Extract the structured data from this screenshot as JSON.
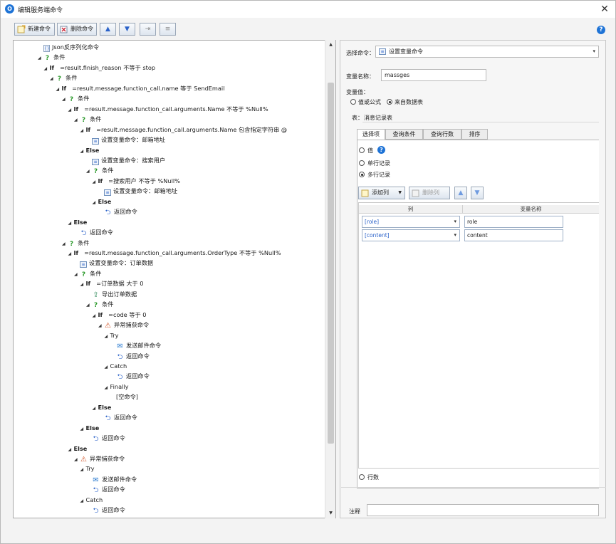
{
  "window": {
    "title": "编辑服务端命令",
    "app_icon": "O",
    "close_glyph": "✕"
  },
  "toolbar": {
    "new_label": "新建命令",
    "delete_label": "删除命令",
    "up_glyph": "▲",
    "down_glyph": "▼",
    "indent_glyph": "⇥",
    "outdent_glyph": "≡",
    "help_glyph": "?"
  },
  "tree": [
    {
      "indent": 2,
      "icon": "json",
      "text": "Json反序列化命令",
      "bold": false,
      "expander": ""
    },
    {
      "indent": 2,
      "icon": "q",
      "text": "条件",
      "bold": false,
      "expander": "◢"
    },
    {
      "indent": 3,
      "icon": "",
      "text": "If",
      "bold": true,
      "suffix": "=result.finish_reason 不等于 stop",
      "expander": "◢"
    },
    {
      "indent": 4,
      "icon": "q",
      "text": "条件",
      "bold": false,
      "expander": "◢"
    },
    {
      "indent": 5,
      "icon": "",
      "text": "If",
      "bold": true,
      "suffix": "=result.message.function_call.name 等于 SendEmail",
      "expander": "◢"
    },
    {
      "indent": 6,
      "icon": "q",
      "text": "条件",
      "bold": false,
      "expander": "◢"
    },
    {
      "indent": 7,
      "icon": "",
      "text": "If",
      "bold": true,
      "suffix": "=result.message.function_call.arguments.Name 不等于 %Null%",
      "expander": "◢"
    },
    {
      "indent": 8,
      "icon": "q",
      "text": "条件",
      "bold": false,
      "expander": "◢"
    },
    {
      "indent": 9,
      "icon": "",
      "text": "If",
      "bold": true,
      "suffix": "=result.message.function_call.arguments.Name 包含指定字符串 @",
      "expander": "◢"
    },
    {
      "indent": 10,
      "icon": "var",
      "text": "设置变量命令：邮箱地址",
      "bold": false,
      "expander": ""
    },
    {
      "indent": 9,
      "icon": "",
      "text": "Else",
      "bold": true,
      "expander": "◢"
    },
    {
      "indent": 10,
      "icon": "var",
      "text": "设置变量命令：搜索用户",
      "bold": false,
      "expander": ""
    },
    {
      "indent": 10,
      "icon": "q",
      "text": "条件",
      "bold": false,
      "expander": "◢"
    },
    {
      "indent": 11,
      "icon": "",
      "text": "If",
      "bold": true,
      "suffix": "=搜索用户 不等于 %Null%",
      "expander": "◢"
    },
    {
      "indent": 12,
      "icon": "var",
      "text": "设置变量命令：邮箱地址",
      "bold": false,
      "expander": ""
    },
    {
      "indent": 11,
      "icon": "",
      "text": "Else",
      "bold": true,
      "expander": "◢"
    },
    {
      "indent": 12,
      "icon": "ret",
      "text": "返回命令",
      "bold": false,
      "expander": ""
    },
    {
      "indent": 7,
      "icon": "",
      "text": "Else",
      "bold": true,
      "expander": "◢"
    },
    {
      "indent": 8,
      "icon": "ret",
      "text": "返回命令",
      "bold": false,
      "expander": ""
    },
    {
      "indent": 6,
      "icon": "q",
      "text": "条件",
      "bold": false,
      "expander": "◢"
    },
    {
      "indent": 7,
      "icon": "",
      "text": "If",
      "bold": true,
      "suffix": "=result.message.function_call.arguments.OrderType 不等于 %Null%",
      "expander": "◢"
    },
    {
      "indent": 8,
      "icon": "var",
      "text": "设置变量命令：订单数据",
      "bold": false,
      "expander": ""
    },
    {
      "indent": 8,
      "icon": "q",
      "text": "条件",
      "bold": false,
      "expander": "◢"
    },
    {
      "indent": 9,
      "icon": "",
      "text": "If",
      "bold": true,
      "suffix": "=订单数据 大于 0",
      "expander": "◢"
    },
    {
      "indent": 10,
      "icon": "exp",
      "text": "导出订单数据",
      "bold": false,
      "expander": ""
    },
    {
      "indent": 10,
      "icon": "q",
      "text": "条件",
      "bold": false,
      "expander": "◢"
    },
    {
      "indent": 11,
      "icon": "",
      "text": "If",
      "bold": true,
      "suffix": "=code 等于 0",
      "expander": "◢"
    },
    {
      "indent": 12,
      "icon": "exc",
      "text": "异常捕获命令",
      "bold": false,
      "expander": "◢"
    },
    {
      "indent": 13,
      "icon": "",
      "text": "Try",
      "bold": false,
      "expander": "◢"
    },
    {
      "indent": 14,
      "icon": "mail",
      "text": "发送邮件命令",
      "bold": false,
      "expander": ""
    },
    {
      "indent": 14,
      "icon": "ret",
      "text": "返回命令",
      "bold": false,
      "expander": ""
    },
    {
      "indent": 13,
      "icon": "",
      "text": "Catch",
      "bold": false,
      "expander": "◢"
    },
    {
      "indent": 14,
      "icon": "ret",
      "text": "返回命令",
      "bold": false,
      "expander": ""
    },
    {
      "indent": 13,
      "icon": "",
      "text": "Finally",
      "bold": false,
      "expander": "◢"
    },
    {
      "indent": 14,
      "icon": "",
      "text": "[空命令]",
      "bold": false,
      "expander": ""
    },
    {
      "indent": 11,
      "icon": "",
      "text": "Else",
      "bold": true,
      "expander": "◢"
    },
    {
      "indent": 12,
      "icon": "ret",
      "text": "返回命令",
      "bold": false,
      "expander": ""
    },
    {
      "indent": 9,
      "icon": "",
      "text": "Else",
      "bold": true,
      "expander": "◢"
    },
    {
      "indent": 10,
      "icon": "ret",
      "text": "返回命令",
      "bold": false,
      "expander": ""
    },
    {
      "indent": 7,
      "icon": "",
      "text": "Else",
      "bold": true,
      "expander": "◢"
    },
    {
      "indent": 8,
      "icon": "exc",
      "text": "异常捕获命令",
      "bold": false,
      "expander": "◢"
    },
    {
      "indent": 9,
      "icon": "",
      "text": "Try",
      "bold": false,
      "expander": "◢"
    },
    {
      "indent": 10,
      "icon": "mail",
      "text": "发送邮件命令",
      "bold": false,
      "expander": ""
    },
    {
      "indent": 10,
      "icon": "ret",
      "text": "返回命令",
      "bold": false,
      "expander": ""
    },
    {
      "indent": 9,
      "icon": "",
      "text": "Catch",
      "bold": false,
      "expander": "◢"
    },
    {
      "indent": 10,
      "icon": "ret",
      "text": "返回命令",
      "bold": false,
      "expander": ""
    }
  ],
  "scrollbar": {
    "up_glyph": "▲",
    "down_glyph": "▼"
  },
  "right": {
    "select_cmd_label": "选择命令：",
    "select_cmd_value": "设置变量命令",
    "var_name_label": "变量名称：",
    "var_name_value": "massges",
    "var_value_label": "变量值：",
    "radio_formula": "值或公式",
    "radio_dataset": "来自数据表",
    "table_label": "表：",
    "table_value": "消息记录表",
    "tabs": [
      "选择项",
      "查询条件",
      "查询行数",
      "排序"
    ],
    "opt_value": "值",
    "opt_single": "单行记录",
    "opt_multi": "多行记录",
    "add_col_label": "添加列",
    "del_col_label": "删除列",
    "up_glyph": "▲",
    "down_glyph": "▼",
    "col_header": "列",
    "varname_header": "变量名称",
    "rows": [
      {
        "col": "[role]",
        "var": "role"
      },
      {
        "col": "[content]",
        "var": "content"
      }
    ],
    "rows_label": "行数",
    "comment_label": "注释",
    "dd_glyph": "▾"
  }
}
